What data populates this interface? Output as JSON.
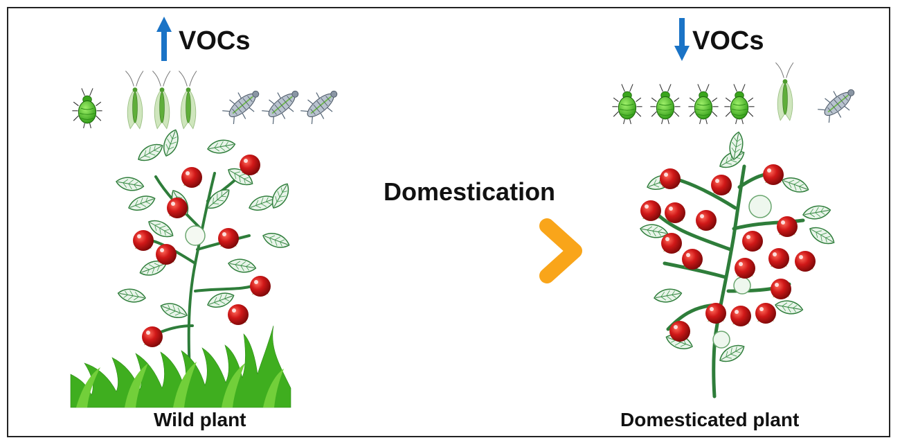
{
  "left_panel": {
    "voc_label": "VOCs",
    "voc_trend": "increase",
    "caption": "Wild plant",
    "insects": [
      "aphid-icon",
      "lacewing-icon",
      "lacewing-icon",
      "lacewing-icon",
      "weevil-icon",
      "weevil-icon",
      "weevil-icon"
    ]
  },
  "center": {
    "process_label": "Domestication"
  },
  "right_panel": {
    "voc_label": "VOCs",
    "voc_trend": "decrease",
    "caption": "Domesticated plant",
    "insects": [
      "aphid-icon",
      "aphid-icon",
      "aphid-icon",
      "aphid-icon",
      "lacewing-icon",
      "weevil-icon"
    ]
  },
  "colors": {
    "voc_arrow": "#1a73c6",
    "process_arrow_start": "#f4683a",
    "process_arrow_end": "#f9a51a",
    "berry": "#d01818",
    "foliage": "#3c9a4a",
    "grass": "#3fae1f",
    "aphid": "#52c72a"
  }
}
